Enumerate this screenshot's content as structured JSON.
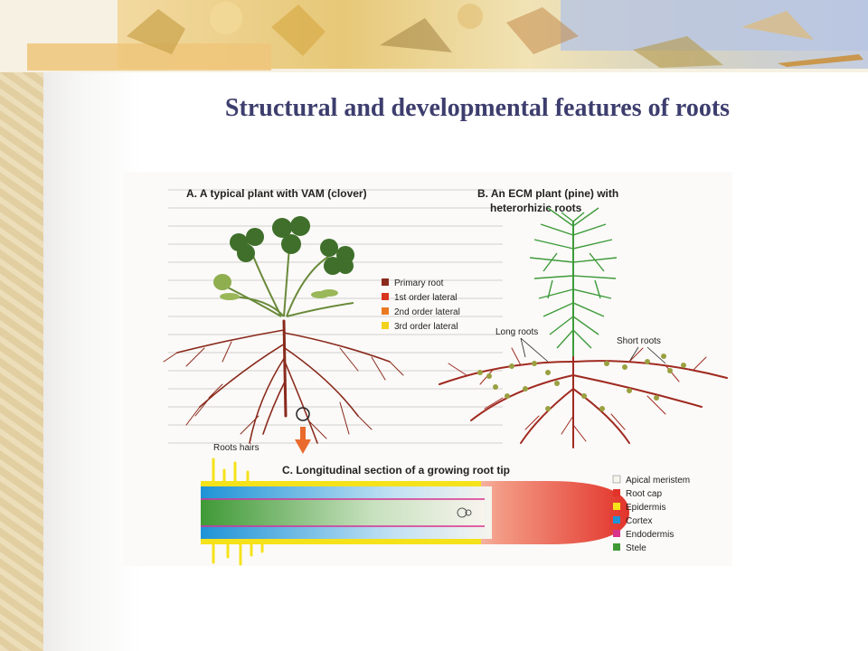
{
  "slide": {
    "title": "Structural and developmental features of roots"
  },
  "figure": {
    "panel_a": {
      "title": "A. A typical plant with VAM (clover)",
      "legend": [
        {
          "label": "Primary root",
          "color": "#8a2a1c"
        },
        {
          "label": "1st order lateral",
          "color": "#d9361f"
        },
        {
          "label": "2nd order lateral",
          "color": "#ea7a22"
        },
        {
          "label": "3rd order lateral",
          "color": "#f2d21c"
        }
      ]
    },
    "panel_b": {
      "title_line1": "B. An ECM plant (pine) with",
      "title_line2": "heterorhizic roots",
      "label_long_roots": "Long roots",
      "label_short_roots": "Short roots"
    },
    "panel_c": {
      "title": "C. Longitudinal section of a growing root tip",
      "label_root_hairs": "Roots hairs",
      "legend": [
        {
          "label": "Apical meristem",
          "color": "#f7f4ee"
        },
        {
          "label": "Root cap",
          "color": "#e2332a"
        },
        {
          "label": "Epidermis",
          "color": "#f5e21a"
        },
        {
          "label": "Cortex",
          "color": "#1e93d6"
        },
        {
          "label": "Endodermis",
          "color": "#d8338a"
        },
        {
          "label": "Stele",
          "color": "#3f9a36"
        }
      ]
    }
  }
}
